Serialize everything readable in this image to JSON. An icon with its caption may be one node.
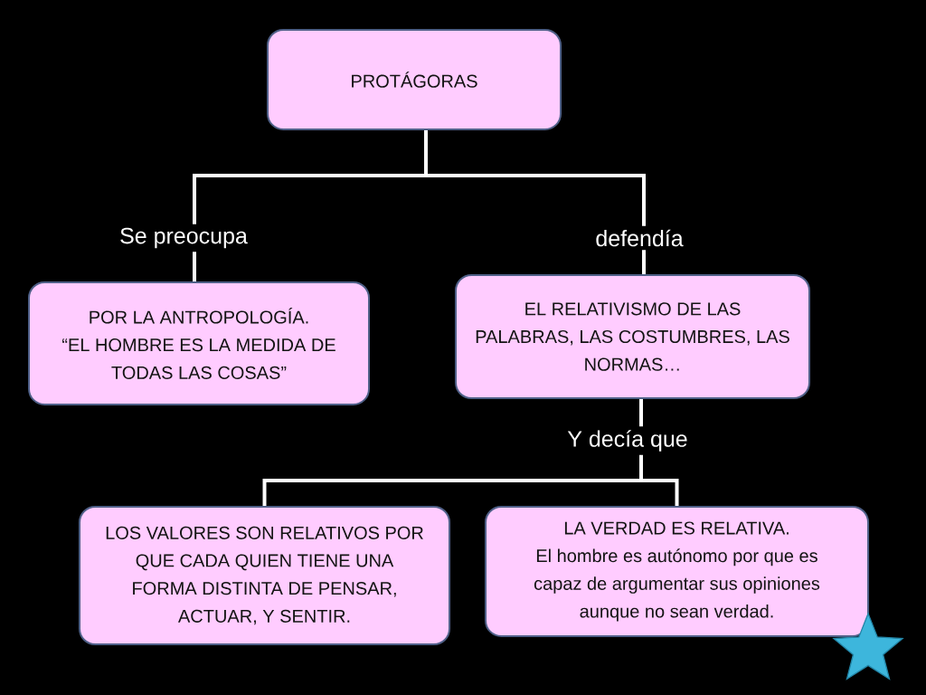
{
  "diagram": {
    "nodes": [
      {
        "text": [
          "PROTÁGORAS"
        ]
      },
      {
        "text": [
          "POR LA ANTROPOLOGÍA.",
          "“EL HOMBRE ES LA MEDIDA DE TODAS LAS COSAS”"
        ]
      },
      {
        "text": [
          "EL RELATIVISMO DE LAS PALABRAS, LAS COSTUMBRES, LAS NORMAS…"
        ]
      },
      {
        "text": [
          "LOS VALORES SON RELATIVOS POR QUE CADA QUIEN TIENE UNA FORMA DISTINTA DE PENSAR, ACTUAR, Y SENTIR."
        ]
      },
      {
        "text": [
          "LA VERDAD ES RELATIVA.",
          "El hombre es autónomo por que es capaz de argumentar sus opiniones aunque no sean verdad."
        ]
      }
    ],
    "edges": [
      {
        "from": 0,
        "to": 1,
        "arrow": "none",
        "label": "Se preocupa"
      },
      {
        "from": 0,
        "to": 2,
        "arrow": "none",
        "label": "defendía"
      },
      {
        "from": 2,
        "to": 3,
        "arrow": "none",
        "label": "Y decía que"
      },
      {
        "from": 2,
        "to": 4,
        "arrow": "none"
      }
    ]
  }
}
